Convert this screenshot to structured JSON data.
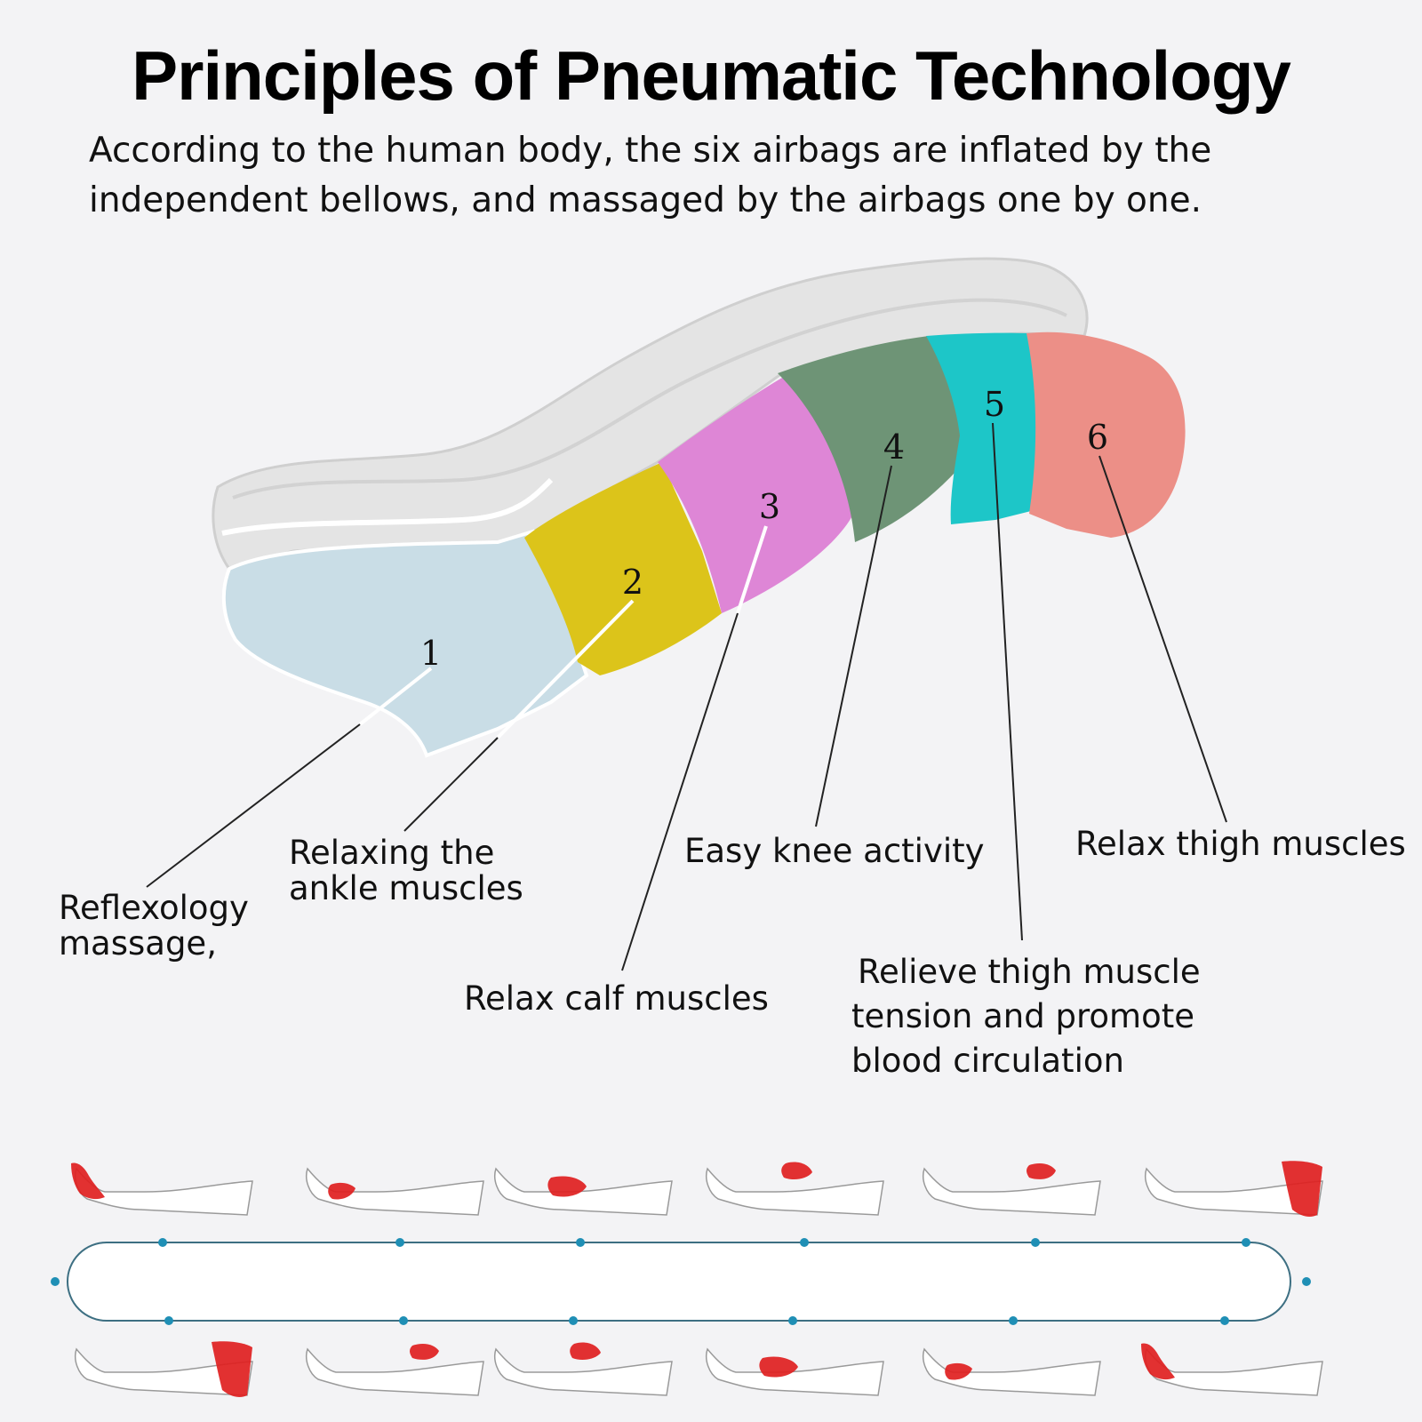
{
  "title": "Principles of Pneumatic Technology",
  "subtitle": "According to the human body, the six airbags are inflated by the independent bellows, and massaged by the airbags one by one.",
  "airbags": [
    {
      "number": "1",
      "color": "#c9dde6",
      "label_lines": [
        "Reflexology",
        "massage,"
      ]
    },
    {
      "number": "2",
      "color": "#dcc41a",
      "label_lines": [
        "Relaxing the",
        "ankle muscles"
      ]
    },
    {
      "number": "3",
      "color": "#de86d6",
      "label_lines": [
        "Relax calf muscles"
      ]
    },
    {
      "number": "4",
      "color": "#6e9476",
      "label_lines": [
        "Easy knee activity"
      ]
    },
    {
      "number": "5",
      "color": "#1dc6c8",
      "label_lines": [
        "Relieve thigh muscle",
        "tension and promote",
        "blood circulation"
      ]
    },
    {
      "number": "6",
      "color": "#ec8f87",
      "label_lines": [
        "Relax thigh muscles"
      ]
    }
  ],
  "colors": {
    "sleeve_shell": "#e4e4e4",
    "cycle_track": "#3d6f82",
    "cycle_node": "#1f8fb5",
    "airbag_active": "#e02020"
  },
  "cycle": {
    "top_row_active": [
      1,
      2,
      3,
      4,
      5,
      6
    ],
    "bottom_row_active": [
      6,
      5,
      4,
      3,
      2,
      1
    ]
  }
}
